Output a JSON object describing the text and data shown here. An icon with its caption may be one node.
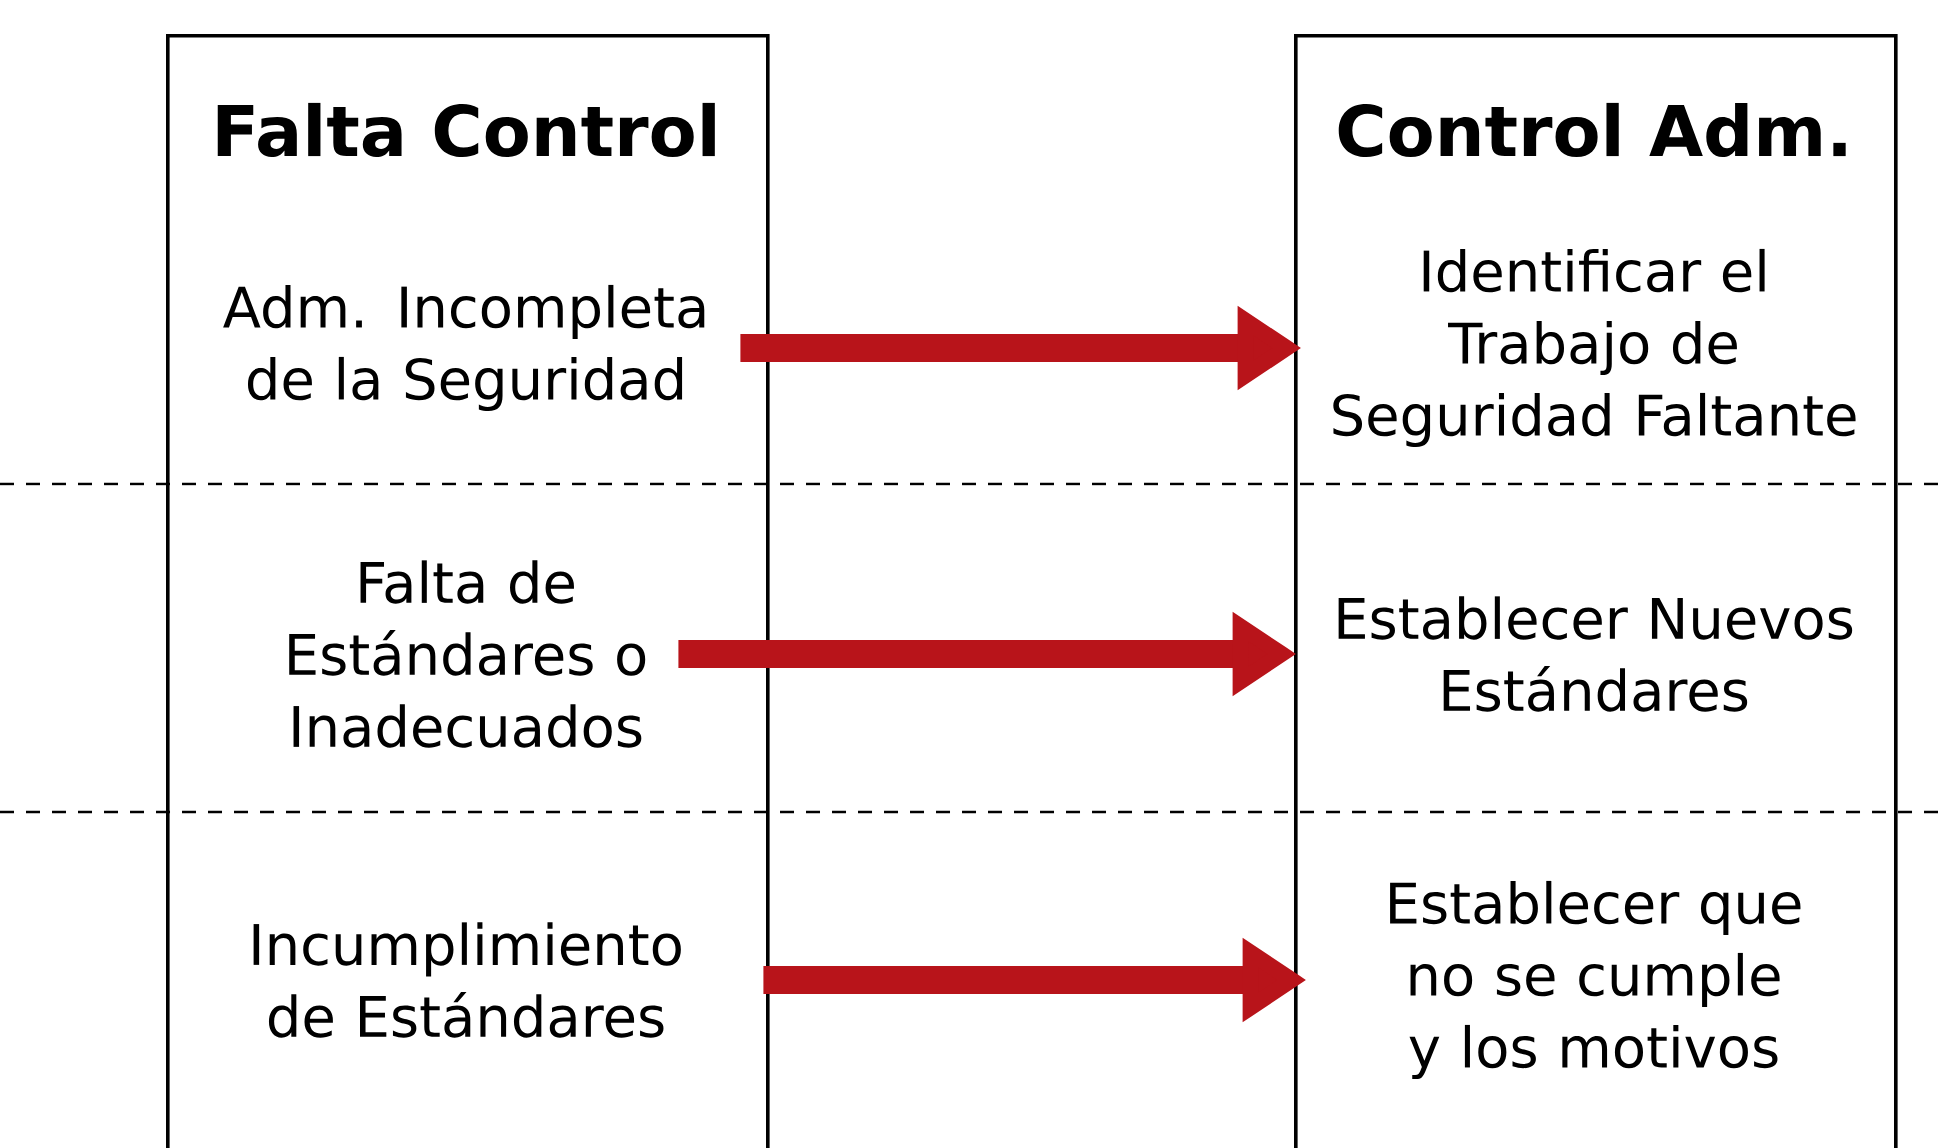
{
  "diagram": {
    "nodes": [
      {
        "text": [
          "Falta Control"
        ]
      },
      {
        "text": [
          "Adm. Incompleta de la Seguridad"
        ],
        "in": 0
      },
      {
        "text": [
          "Falta de Estándares o Inadecuados"
        ],
        "in": 0
      },
      {
        "text": [
          "Incumplimiento de Estándares"
        ],
        "in": 0
      },
      {
        "text": [
          "Control Adm."
        ]
      },
      {
        "text": [
          "Identificar el Trabajo de Seguridad Faltante"
        ],
        "in": 4
      },
      {
        "text": [
          "Establecer Nuevos Estándares"
        ],
        "in": 4
      },
      {
        "text": [
          "Establecer que no se cumple y los motivos"
        ],
        "in": 4
      }
    ],
    "edges": [
      {
        "from": 1,
        "to": 5,
        "arrow": "to"
      },
      {
        "from": 2,
        "to": 6,
        "arrow": "to"
      },
      {
        "from": 3,
        "to": 7,
        "arrow": "to"
      }
    ]
  }
}
